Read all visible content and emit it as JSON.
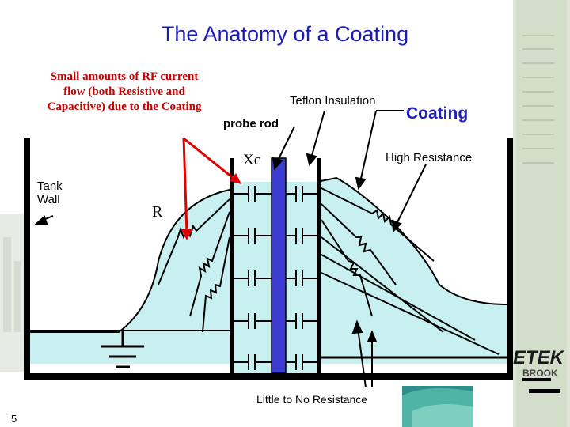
{
  "slide": {
    "title": "The Anatomy of a Coating",
    "page_number": "5"
  },
  "annotations": {
    "rf_current_note": "Small amounts of RF current flow (both Resistive and Capacitive) due to the Coating",
    "teflon_insulation": "Teflon Insulation",
    "probe_rod": "probe rod",
    "coating": "Coating",
    "xc": "Xc",
    "high_resistance": "High Resistance",
    "tank_wall": "Tank Wall",
    "r": "R",
    "little_resistance": "Little to No Resistance"
  },
  "logo": {
    "text_top": "ETEK",
    "text_bottom": "BROOK"
  },
  "colors": {
    "title": "#1c1cb4",
    "note": "#c80000",
    "liquid": "#c8f0f0",
    "probe": "#3c3cd2",
    "arrow": "#e00000"
  }
}
